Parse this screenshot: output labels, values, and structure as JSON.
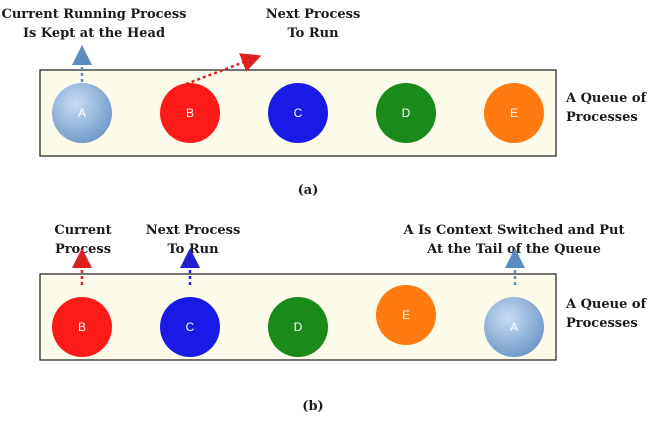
{
  "panel_a": {
    "caption": "(a)",
    "side_label": [
      "A Queue of",
      "Processes"
    ],
    "label_current": [
      "Current Running Process",
      "Is Kept at the Head"
    ],
    "label_next": [
      "Next Process",
      "To Run"
    ],
    "processes": [
      {
        "id": "A",
        "color": "#7fa6d4"
      },
      {
        "id": "B",
        "color": "#ff1a1a"
      },
      {
        "id": "C",
        "color": "#1a1ae6"
      },
      {
        "id": "D",
        "color": "#1a8a1a"
      },
      {
        "id": "E",
        "color": "#ff7a0f"
      }
    ]
  },
  "panel_b": {
    "caption": "(b)",
    "side_label": [
      "A Queue of",
      "Processes"
    ],
    "label_current": [
      "Current",
      "Process"
    ],
    "label_next": [
      "Next Process",
      "To Run"
    ],
    "label_switched": [
      "A Is Context Switched and Put",
      "At the Tail of the Queue"
    ],
    "processes": [
      {
        "id": "B",
        "color": "#ff1a1a"
      },
      {
        "id": "C",
        "color": "#1a1ae6"
      },
      {
        "id": "D",
        "color": "#1a8a1a"
      },
      {
        "id": "E",
        "color": "#ff7a0f"
      },
      {
        "id": "A",
        "color": "#7fa6d4"
      }
    ]
  },
  "colors": {
    "box_fill": "#fdfbea",
    "box_stroke": "#1a1a1a",
    "arrow_blue": "#5b8bbf",
    "arrow_red": "#e02020",
    "arrow_darkblue": "#2020cc"
  }
}
